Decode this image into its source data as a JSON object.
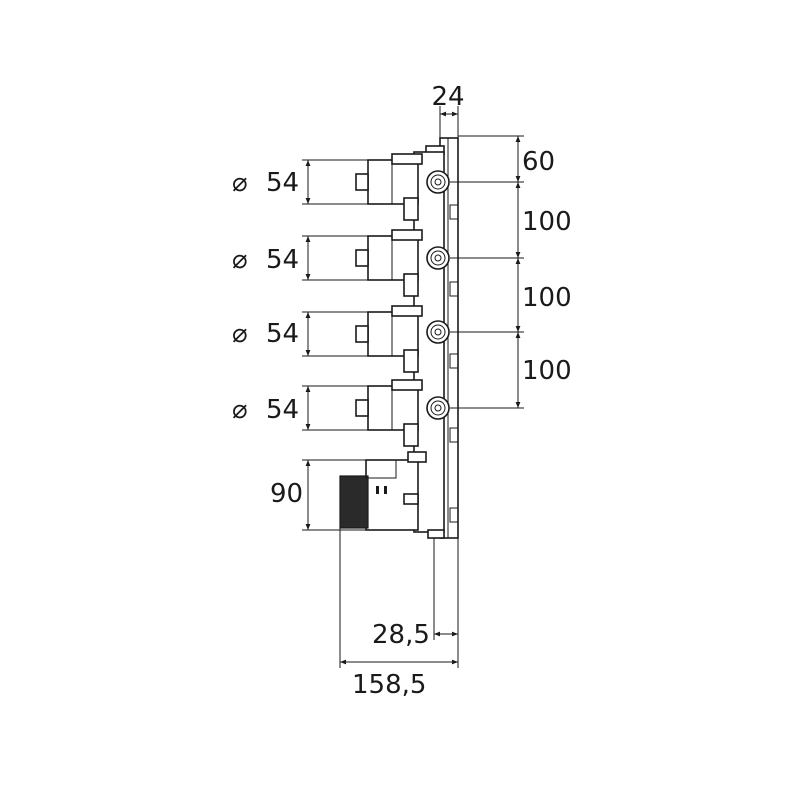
{
  "dimensions": {
    "top_width": "24",
    "top_offset": "60",
    "spacing_1": "100",
    "spacing_2": "100",
    "spacing_3": "100",
    "port_diameter_1": "54",
    "port_diameter_2": "54",
    "port_diameter_3": "54",
    "port_diameter_4": "54",
    "bottom_block_height": "90",
    "depth_inner": "28,5",
    "depth_total": "158,5"
  },
  "symbols": {
    "diameter": "⌀"
  }
}
